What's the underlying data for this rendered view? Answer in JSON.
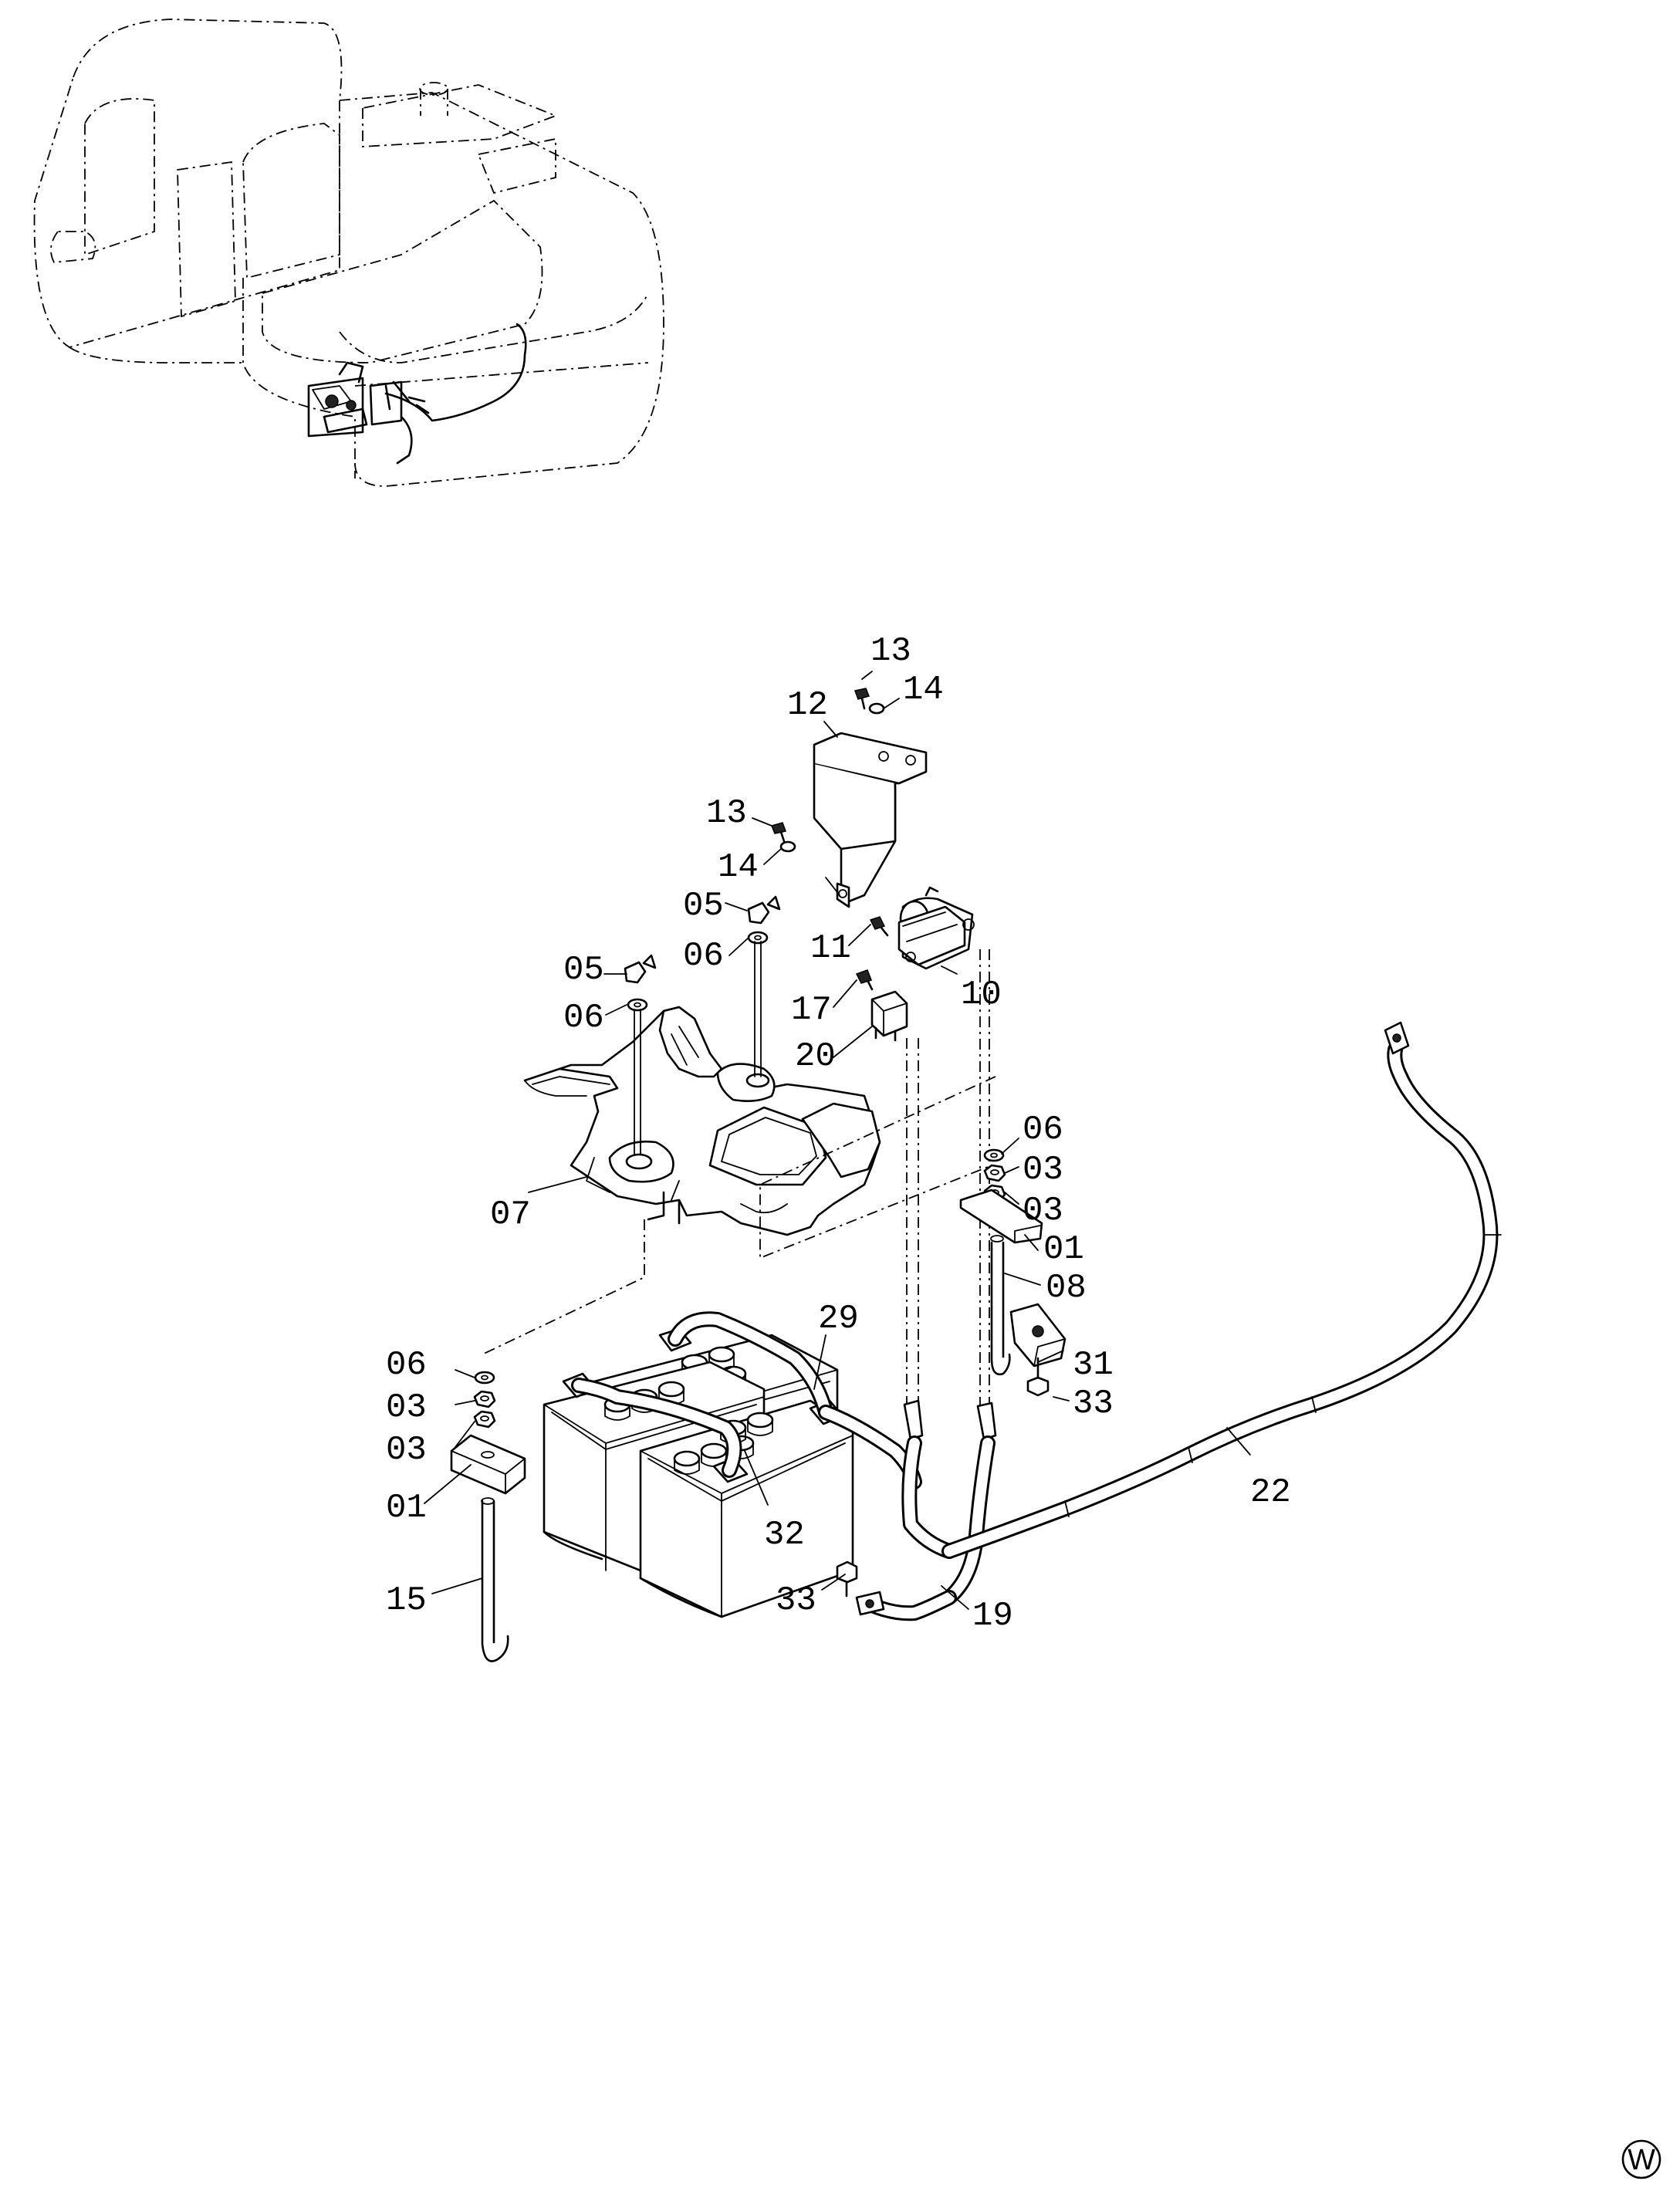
{
  "labels": {
    "p13a": "13",
    "p14a": "14",
    "p12": "12",
    "p13b": "13",
    "p14b": "14",
    "p05a": "05",
    "p06a": "06",
    "p11": "11",
    "p05b": "05",
    "p06b": "06",
    "p10": "10",
    "p17": "17",
    "p20": "20",
    "p06c": "06",
    "p03a": "03",
    "p03b": "03",
    "p07": "07",
    "p01a": "01",
    "p08": "08",
    "p29": "29",
    "p31": "31",
    "p33a": "33",
    "p06d": "06",
    "p03c": "03",
    "p03d": "03",
    "p01b": "01",
    "p22": "22",
    "p32": "32",
    "p15": "15",
    "p33b": "33",
    "p19": "19"
  },
  "corner_mark": "W"
}
